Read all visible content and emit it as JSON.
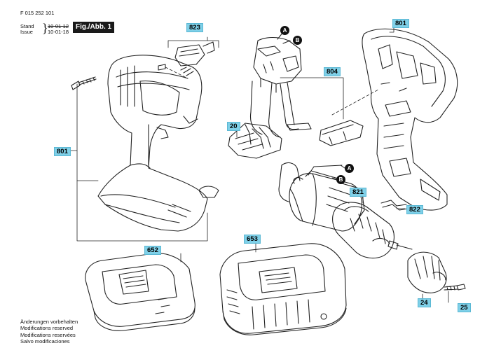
{
  "header": {
    "doc_number": "F 015 252 101",
    "stand_label": "Stand",
    "issue_label": "Issue",
    "brace": "}",
    "stand_date": "10-01-12",
    "issue_date": "10-01-18",
    "fig_label": "Fig./Abb. 1"
  },
  "callouts": {
    "p823": "823",
    "p801_right": "801",
    "p804": "804",
    "p20": "20",
    "p801_left": "801",
    "p821": "821",
    "p822": "822",
    "p652": "652",
    "p653": "653",
    "p24": "24",
    "p25": "25"
  },
  "connectors": {
    "a_top": "A",
    "b_top": "B",
    "a_motor": "A",
    "b_motor": "B"
  },
  "footer": {
    "lines": [
      "Änderungen vorbehalten",
      "Modifications reserved",
      "Modifications reservées",
      "Salvo modificaciones"
    ]
  }
}
